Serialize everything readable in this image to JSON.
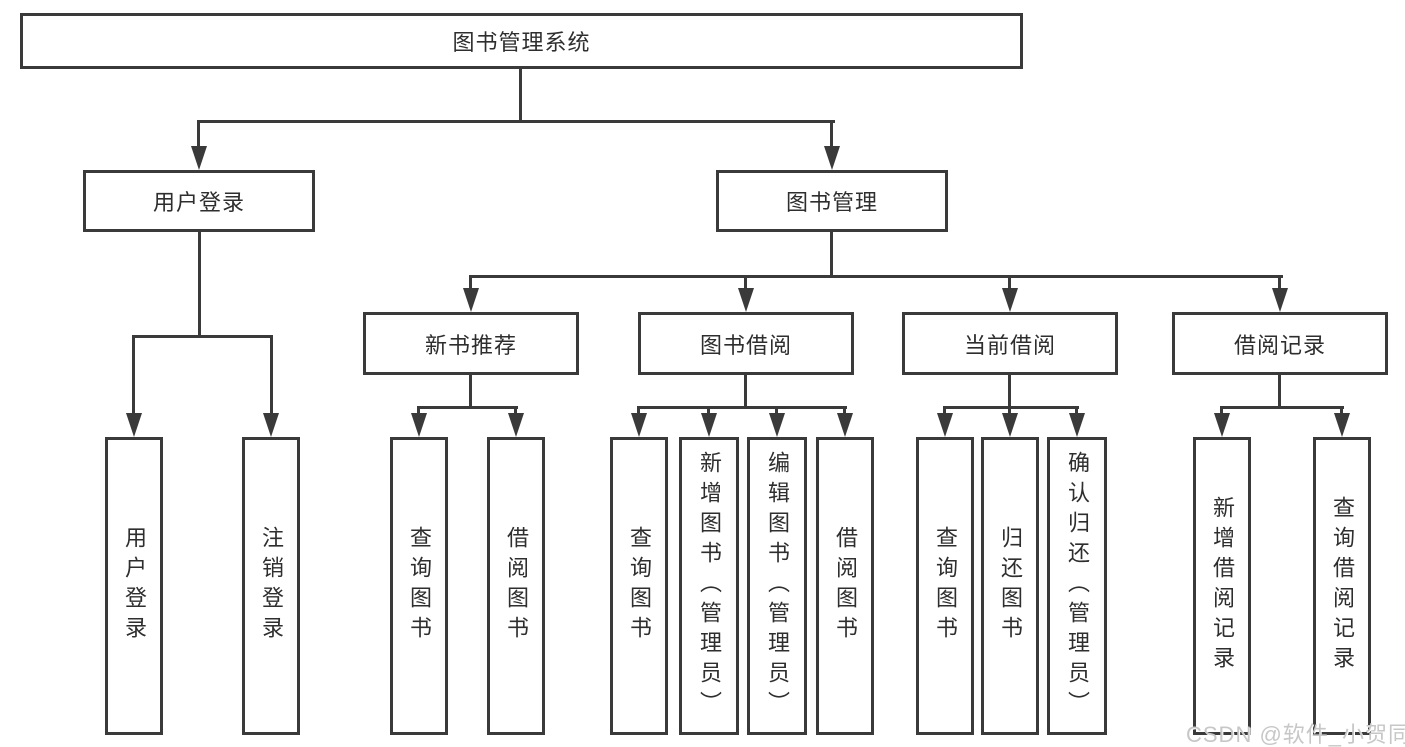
{
  "diagram": {
    "root": {
      "label": "图书管理系统"
    },
    "branches": [
      {
        "label": "用户登录",
        "children": [
          {
            "label": "用户登录"
          },
          {
            "label": "注销登录"
          }
        ]
      },
      {
        "label": "图书管理",
        "sections": [
          {
            "label": "新书推荐",
            "children": [
              {
                "label": "查询图书"
              },
              {
                "label": "借阅图书"
              }
            ]
          },
          {
            "label": "图书借阅",
            "children": [
              {
                "label": "查询图书"
              },
              {
                "label": "新增图书（管理员）"
              },
              {
                "label": "编辑图书（管理员）"
              },
              {
                "label": "借阅图书"
              }
            ]
          },
          {
            "label": "当前借阅",
            "children": [
              {
                "label": "查询图书"
              },
              {
                "label": "归还图书"
              },
              {
                "label": "确认归还（管理员）"
              }
            ]
          },
          {
            "label": "借阅记录",
            "children": [
              {
                "label": "新增借阅记录"
              },
              {
                "label": "查询借阅记录"
              }
            ]
          }
        ]
      }
    ]
  },
  "watermark": {
    "text": "CSDN @软件_小贺同学"
  },
  "colors": {
    "line": "#3a3a3a",
    "text": "#2e2e2e",
    "box_fill": "#ffffff",
    "watermark": "#c7c7c7",
    "background": "#ffffff"
  }
}
